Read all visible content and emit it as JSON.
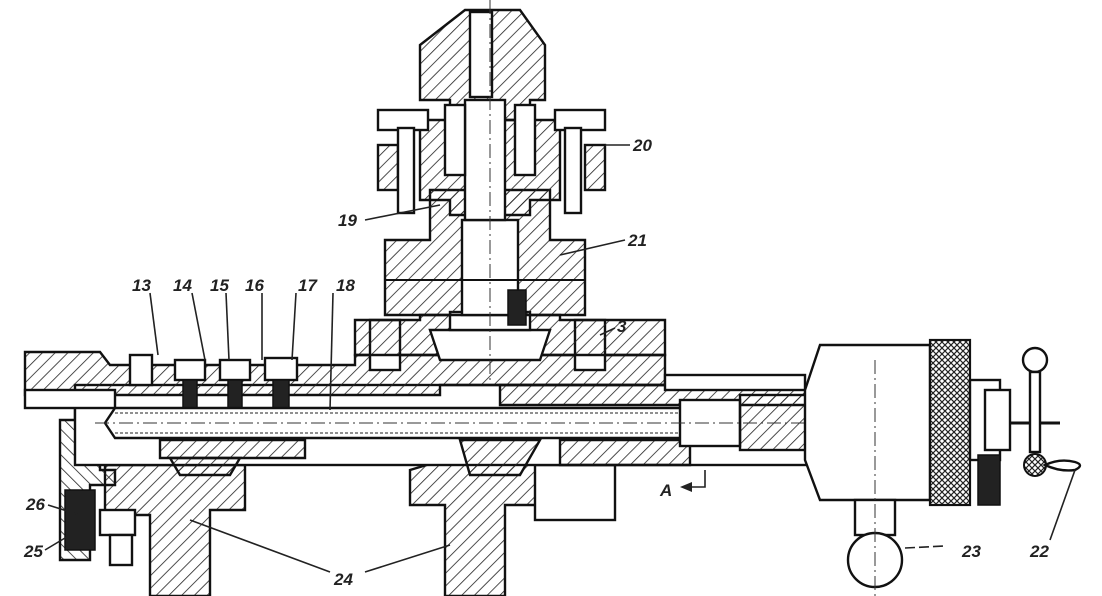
{
  "title": "Sectional drawing of dividing head / fixture assembly",
  "labels": {
    "l3": "3",
    "l13": "13",
    "l14": "14",
    "l15": "15",
    "l16": "16",
    "l17": "17",
    "l18": "18",
    "l19": "19",
    "l20": "20",
    "l21": "21",
    "l22": "22",
    "l23": "23",
    "l24": "24",
    "l25": "25",
    "l26": "26",
    "section": "A"
  }
}
